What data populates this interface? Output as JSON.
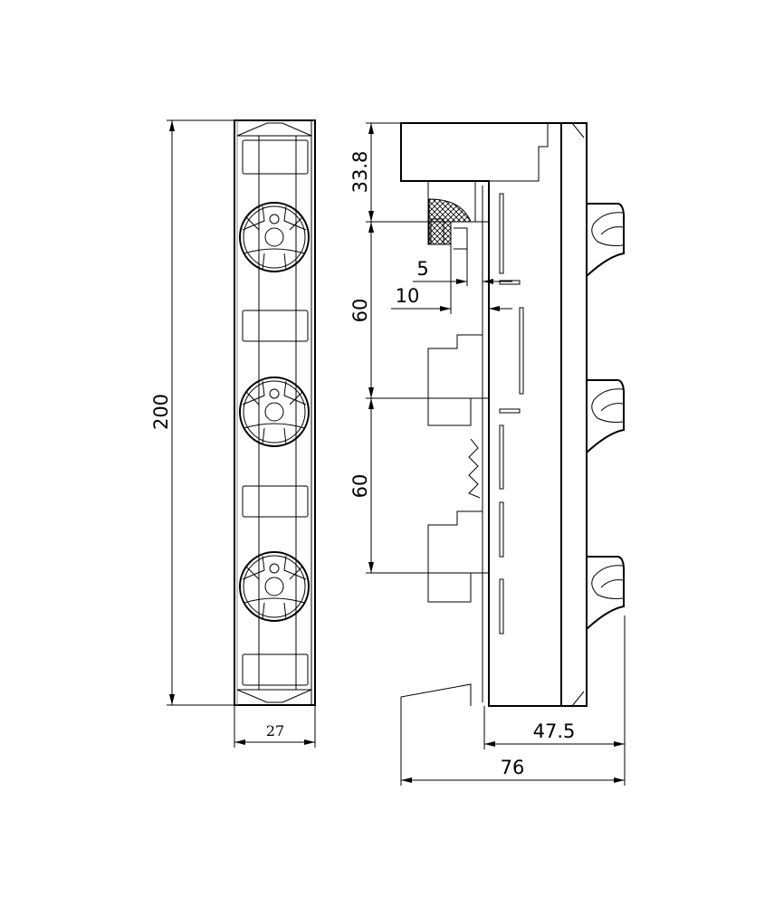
{
  "drawing": {
    "front_view": {
      "height_dimension": "200",
      "width_dimension": "27"
    },
    "side_view": {
      "top_offset_dimension": "33.8",
      "pitch_dimension_1": "60",
      "pitch_dimension_2": "60",
      "small_offset_dimension": "5",
      "offset_dimension": "10",
      "depth_dimension": "47.5",
      "total_depth_dimension": "76"
    },
    "colors": {
      "line": "#000000",
      "background": "#ffffff",
      "hatch": "#000000"
    }
  }
}
